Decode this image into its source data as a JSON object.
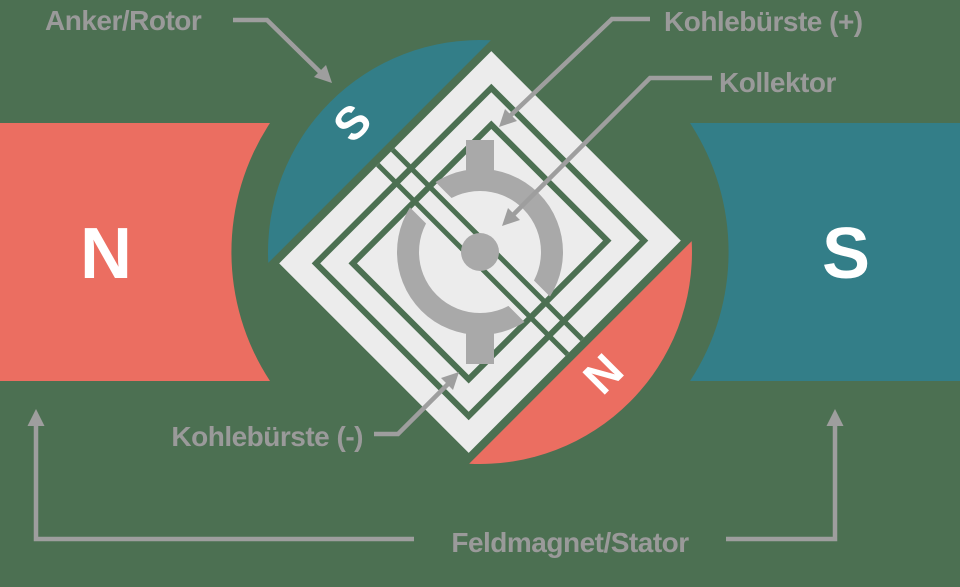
{
  "diagram_title": "DC motor diagram (German)",
  "labels": {
    "anker_rotor": "Anker/Rotor",
    "kohlebuerste_plus": "Kohlebürste (+)",
    "kollektor": "Kollektor",
    "kohlebuerste_minus": "Kohlebürste (-)",
    "feldmagnet_stator": "Feldmagnet/Stator"
  },
  "stator_magnets": {
    "left_pole_letter": "N",
    "right_pole_letter": "S"
  },
  "rotor_poles": {
    "top_left_letter": "S",
    "bottom_right_letter": "N"
  },
  "colors": {
    "background_green": "#4c7052",
    "magnet_red": "#eb6e61",
    "magnet_teal": "#337e88",
    "label_gray": "#9a9a9a",
    "line_gray": "#9e9e9e",
    "machine_part_gray": "#a9a9a9",
    "coil_white": "#ececec",
    "letter_white": "#ffffff"
  }
}
